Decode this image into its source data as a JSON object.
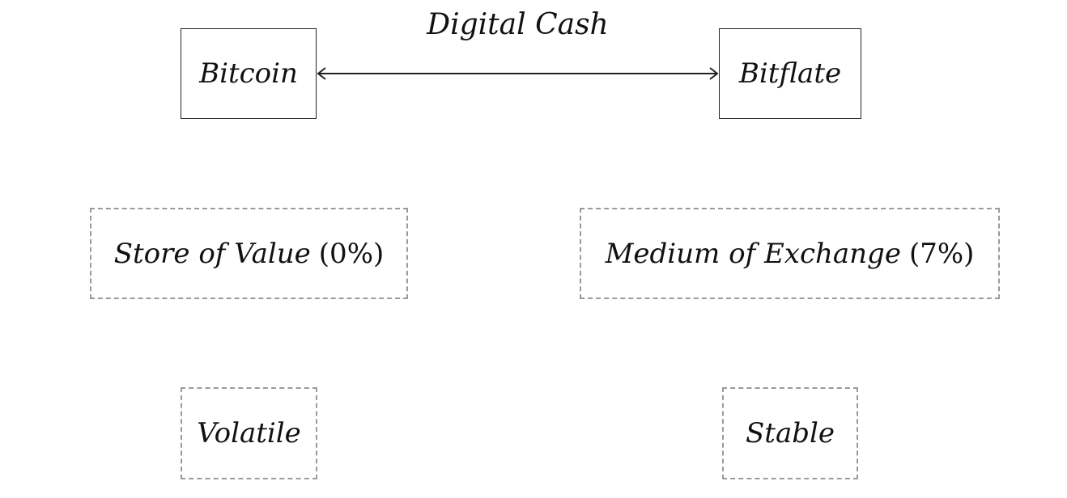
{
  "diagram": {
    "nodes": {
      "bitcoin": {
        "label": "Bitcoin"
      },
      "bitflate": {
        "label": "Bitflate"
      },
      "store_of_value": {
        "label": "Store of Value",
        "percent": "(0%)"
      },
      "medium_of_exchange": {
        "label": "Medium of Exchange",
        "percent": "(7%)"
      },
      "volatile": {
        "label": "Volatile"
      },
      "stable": {
        "label": "Stable"
      }
    },
    "edges": [
      {
        "from": "bitcoin",
        "to": "bitflate",
        "label": "Digital Cash",
        "direction": "both"
      }
    ]
  }
}
